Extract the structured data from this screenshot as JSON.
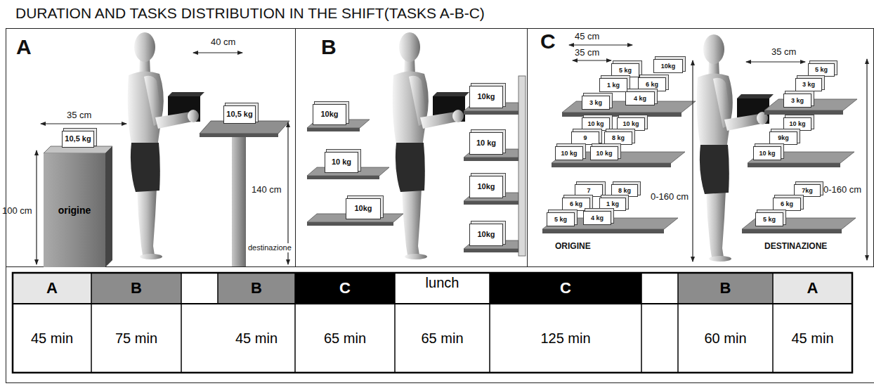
{
  "diagram": {
    "title": "DURATION AND TASKS DISTRIBUTION IN THE SHIFT(TASKS A-B-C)",
    "nodes": [
      {
        "text": [
          "A"
        ]
      },
      {
        "text": [
          "10,5 kg"
        ],
        "in": 0
      },
      {
        "text": [
          "origine"
        ],
        "in": 0
      },
      {
        "text": [
          "10,5 kg"
        ],
        "in": 0
      },
      {
        "text": [
          "B"
        ]
      },
      {
        "text": [
          "10kg"
        ],
        "in": 4
      },
      {
        "text": [
          "10 kg"
        ],
        "in": 4
      },
      {
        "text": [
          "10kg"
        ],
        "in": 4
      },
      {
        "text": [
          "10kg"
        ],
        "in": 4
      },
      {
        "text": [
          "10 kg"
        ],
        "in": 4
      },
      {
        "text": [
          "10kg"
        ],
        "in": 4
      },
      {
        "text": [
          "10kg"
        ],
        "in": 4
      },
      {
        "text": [
          "C"
        ]
      },
      {
        "text": [
          "5 kg"
        ],
        "in": 12
      },
      {
        "text": [
          "10kg"
        ],
        "in": 12
      },
      {
        "text": [
          "1 kg"
        ],
        "in": 12
      },
      {
        "text": [
          "6 kg"
        ],
        "in": 12
      },
      {
        "text": [
          "3 kg"
        ],
        "in": 12
      },
      {
        "text": [
          "4 kg"
        ],
        "in": 12
      },
      {
        "text": [
          "10 kg"
        ],
        "in": 12
      },
      {
        "text": [
          "10 kg"
        ],
        "in": 12
      },
      {
        "text": [
          "9"
        ],
        "in": 12
      },
      {
        "text": [
          "8 kg"
        ],
        "in": 12
      },
      {
        "text": [
          "10 kg"
        ],
        "in": 12
      },
      {
        "text": [
          "10 kg"
        ],
        "in": 12
      },
      {
        "text": [
          "7"
        ],
        "in": 12
      },
      {
        "text": [
          "8 kg"
        ],
        "in": 12
      },
      {
        "text": [
          "6 kg"
        ],
        "in": 12
      },
      {
        "text": [
          "1 kg"
        ],
        "in": 12
      },
      {
        "text": [
          "5 kg"
        ],
        "in": 12
      },
      {
        "text": [
          "4 kg"
        ],
        "in": 12
      },
      {
        "text": [
          "5 kg"
        ],
        "in": 12
      },
      {
        "text": [
          "3 kg"
        ],
        "in": 12
      },
      {
        "text": [
          "3 kg"
        ],
        "in": 12
      },
      {
        "text": [
          "10 kg"
        ],
        "in": 12
      },
      {
        "text": [
          "9kg"
        ],
        "in": 12
      },
      {
        "text": [
          "10 kg"
        ],
        "in": 12
      },
      {
        "text": [
          "7kg"
        ],
        "in": 12
      },
      {
        "text": [
          "6 kg"
        ],
        "in": 12
      },
      {
        "text": [
          "5 kg"
        ],
        "in": 12
      }
    ],
    "labels": [
      "35 cm",
      "40 cm",
      "100 cm",
      "140 cm",
      "destinazione",
      "45 cm",
      "35 cm",
      "0-160 cm",
      "ORIGINE",
      "35 cm",
      "0-160 cm",
      "DESTINAZIONE",
      "A",
      "B",
      "B",
      "C",
      "lunch",
      "C",
      "B",
      "A",
      "45 min",
      "75 min",
      "45 min",
      "65 min",
      "65 min",
      "125 min",
      "60 min",
      "45 min"
    ]
  }
}
